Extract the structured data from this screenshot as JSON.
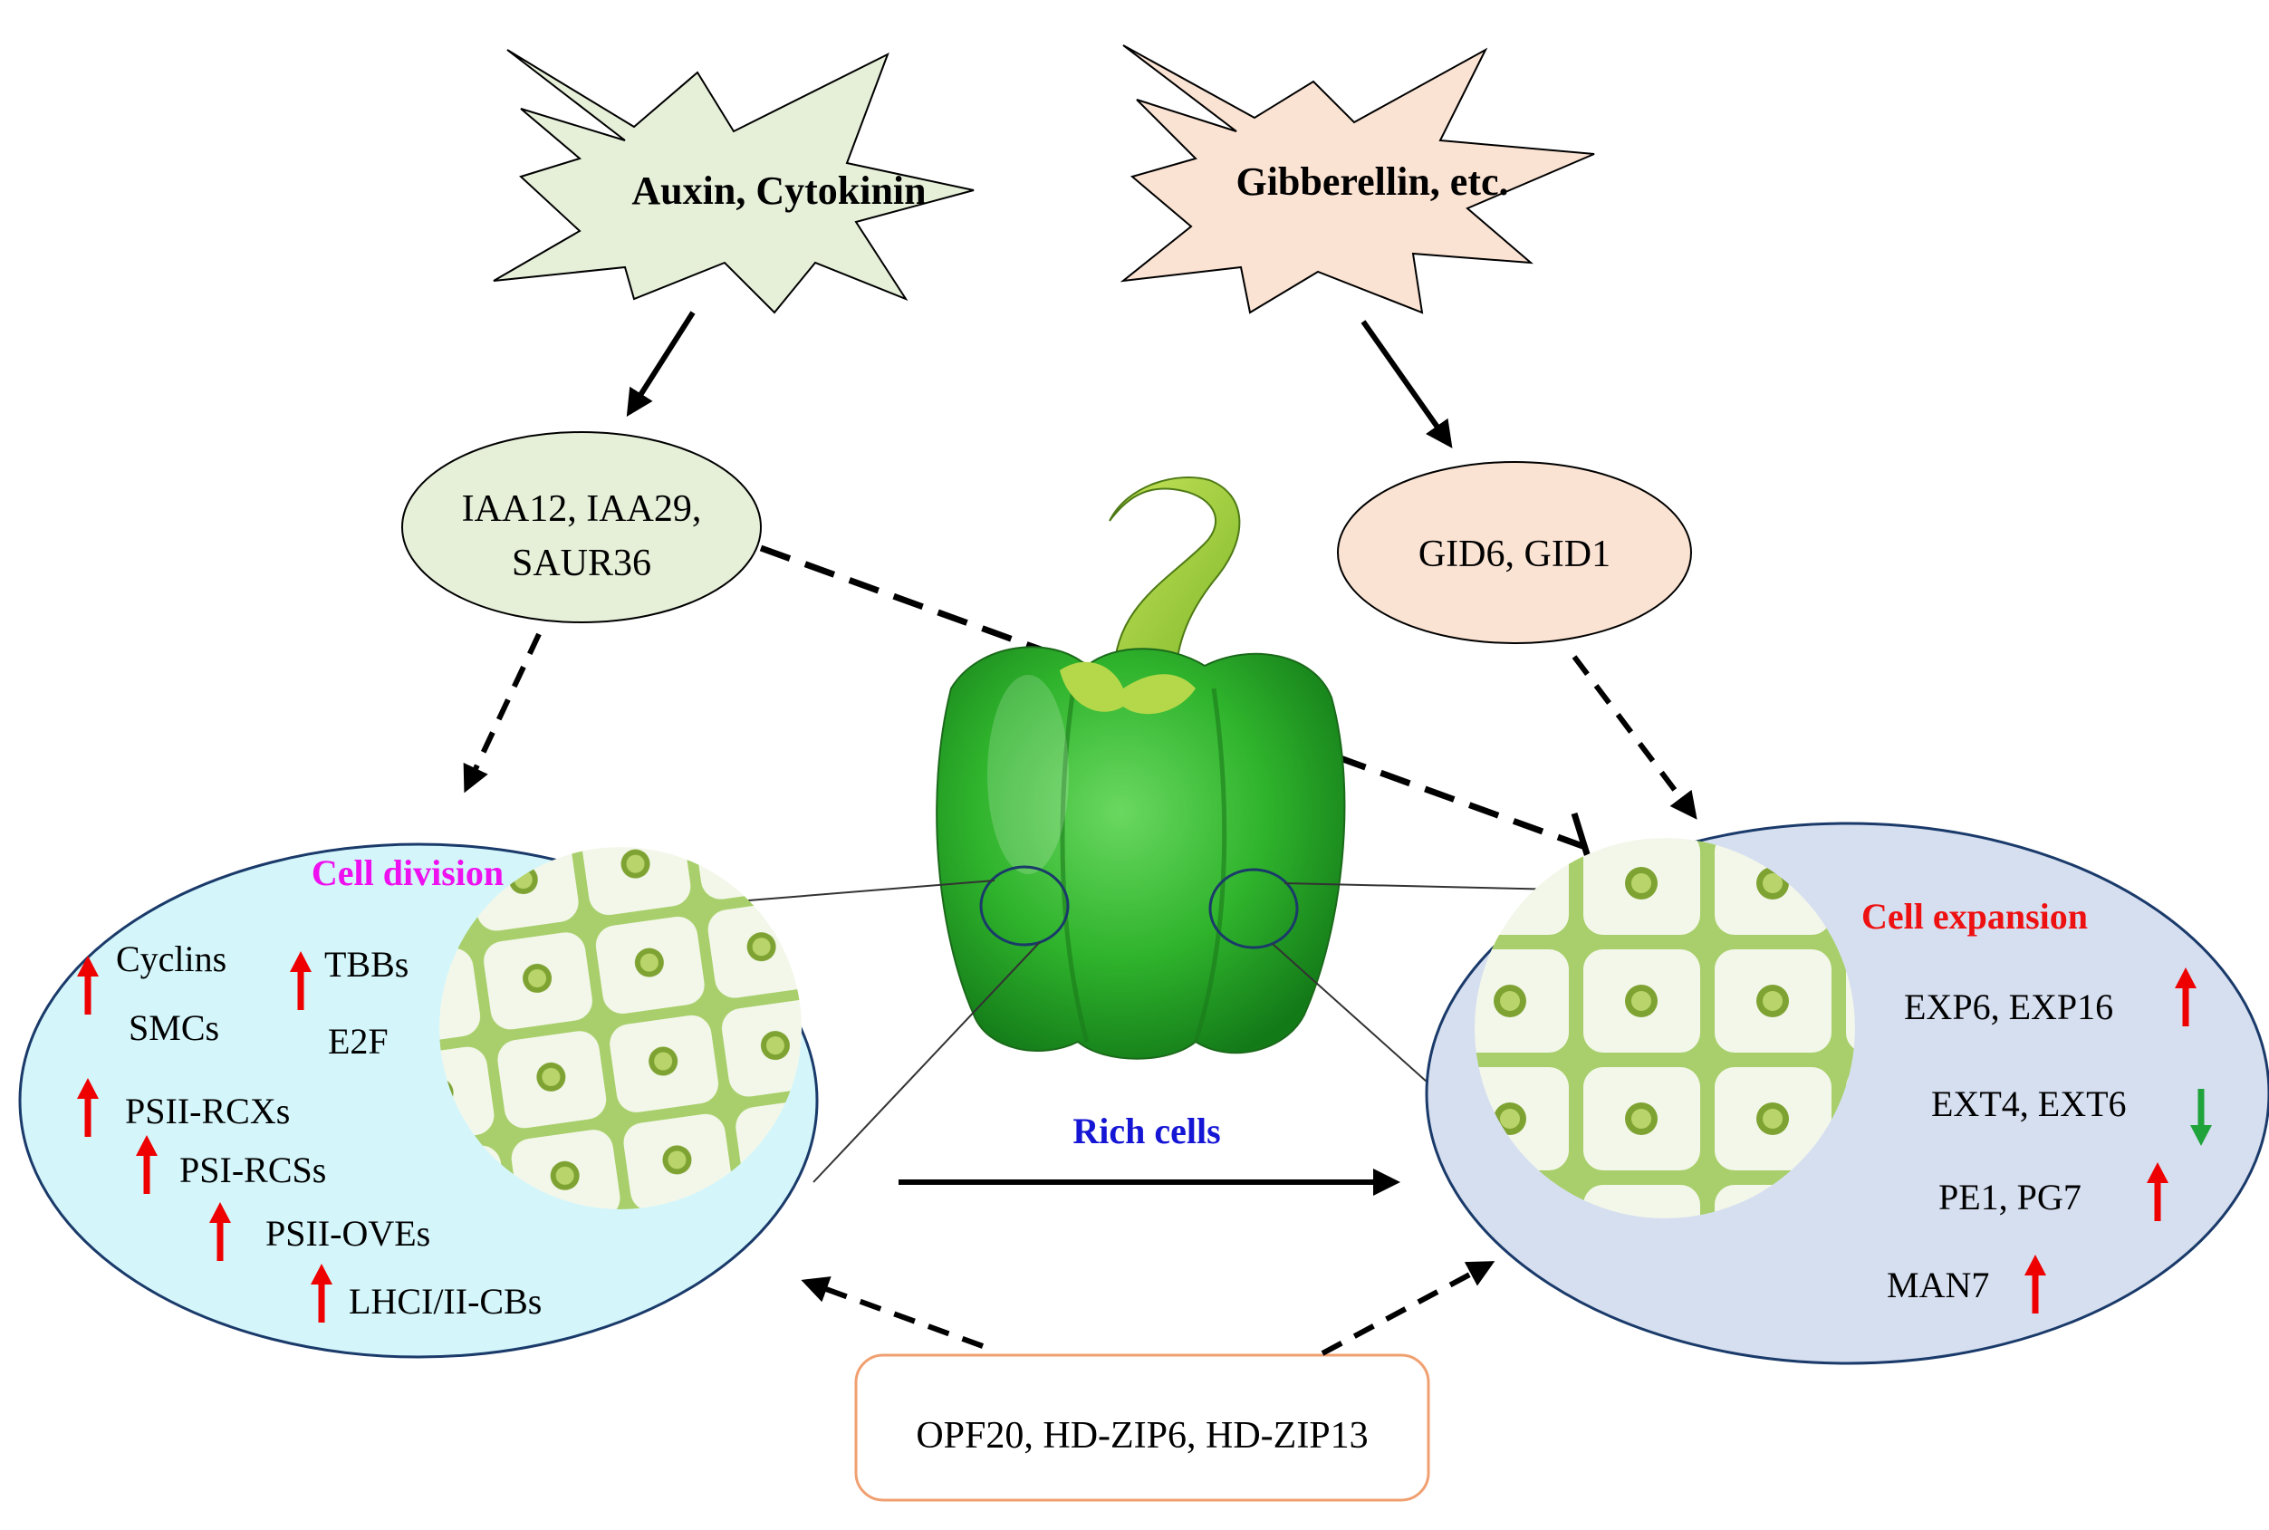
{
  "hormones": {
    "auxin": "Auxin, Cytokinin",
    "gibberellin": "Gibberellin, etc."
  },
  "genes": {
    "iaa_line1": "IAA12, IAA29,",
    "iaa_line2": "SAUR36",
    "gid": "GID6, GID1",
    "opf": "OPF20, HD-ZIP6, HD-ZIP13"
  },
  "division": {
    "title": "Cell division",
    "items": [
      "Cyclins",
      "SMCs",
      "TBBs",
      "E2F",
      "PSII-RCXs",
      "PSI-RCSs",
      "PSII-OVEs",
      "LHCI/II-CBs"
    ]
  },
  "expansion": {
    "title": "Cell expansion",
    "items": [
      "EXP6, EXP16",
      "EXT4, EXT6",
      "PE1, PG7",
      "MAN7"
    ]
  },
  "center_label": "Rich cells",
  "colors": {
    "auxin_fill": "#e6f0d9",
    "gib_fill": "#fbe3d3",
    "division_fill": "#d4f6fb",
    "expansion_fill": "#d6dff0",
    "division_title": "#ee10ee",
    "expansion_title": "#ee1111",
    "rich_cells": "#1515d5",
    "up_arrow": "#ee0000",
    "down_arrow": "#1fa33a",
    "opf_border": "#f0a070",
    "pepper": "#2fb32c"
  }
}
